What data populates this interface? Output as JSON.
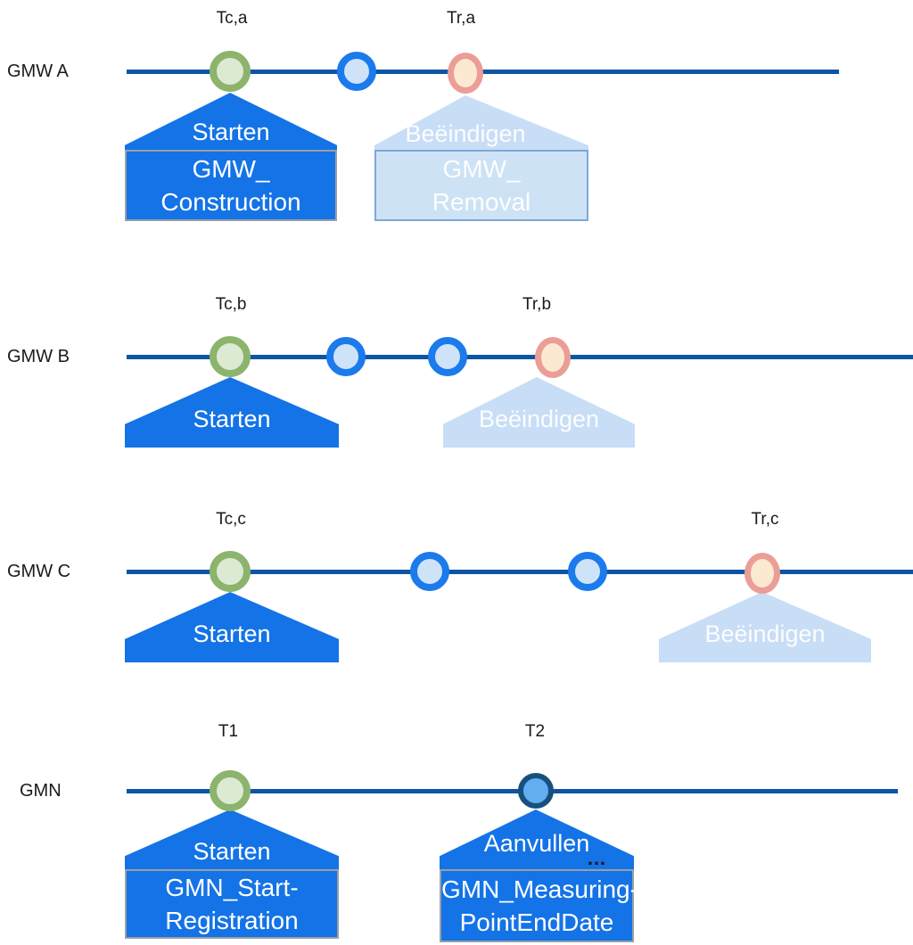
{
  "rows": [
    {
      "label": "GMW A",
      "time_labels": {
        "start": "Tc,a",
        "end": "Tr,a"
      },
      "start_callout": {
        "title": "Starten",
        "box_lines": [
          "GMW_",
          "Construction"
        ]
      },
      "end_callout": {
        "title": "Beëindigen",
        "box_lines": [
          "GMW_",
          "Removal"
        ]
      },
      "markers": [
        {
          "name": "start-event",
          "color": "green"
        },
        {
          "name": "intermediate-event",
          "color": "blue"
        },
        {
          "name": "end-event",
          "color": "orange"
        }
      ]
    },
    {
      "label": "GMW B",
      "time_labels": {
        "start": "Tc,b",
        "end": "Tr,b"
      },
      "start_callout": {
        "title": "Starten"
      },
      "end_callout": {
        "title": "Beëindigen"
      },
      "markers": [
        {
          "name": "start-event",
          "color": "green"
        },
        {
          "name": "intermediate-event",
          "color": "blue"
        },
        {
          "name": "intermediate-event",
          "color": "blue"
        },
        {
          "name": "end-event",
          "color": "orange"
        }
      ]
    },
    {
      "label": "GMW C",
      "time_labels": {
        "start": "Tc,c",
        "end": "Tr,c"
      },
      "start_callout": {
        "title": "Starten"
      },
      "end_callout": {
        "title": "Beëindigen"
      },
      "markers": [
        {
          "name": "start-event",
          "color": "green"
        },
        {
          "name": "intermediate-event",
          "color": "blue"
        },
        {
          "name": "intermediate-event",
          "color": "blue"
        },
        {
          "name": "end-event",
          "color": "orange"
        }
      ]
    },
    {
      "label": "GMN",
      "time_labels": {
        "start": "T1",
        "end": "T2"
      },
      "start_callout": {
        "title": "Starten",
        "box_lines": [
          "GMN_Start-",
          "Registration"
        ]
      },
      "end_callout": {
        "title": "Aanvullen",
        "ellipsis": "…",
        "box_lines": [
          "GMN_Measuring-",
          "PointEndDate"
        ]
      },
      "markers": [
        {
          "name": "start-event",
          "color": "green"
        },
        {
          "name": "supplement-event",
          "color": "navy-blue"
        }
      ]
    }
  ],
  "colors": {
    "timeline": "#0d55a4",
    "callout_dark_fill": "#1473e6",
    "callout_light_fill": "#c8ddf6",
    "box_dark_border": "#9aa0a6",
    "box_light_border": "#7fa8d7",
    "marker_green_ring": "#8cb46c",
    "marker_green_fill": "#dcead3",
    "marker_blue_ring": "#1b7aec",
    "marker_blue_fill": "#cfe3f8",
    "marker_orange_ring": "#eb9e96",
    "marker_orange_fill": "#fbead1",
    "marker_navy_ring": "#17507d",
    "marker_navy_fill": "#63adf1"
  }
}
